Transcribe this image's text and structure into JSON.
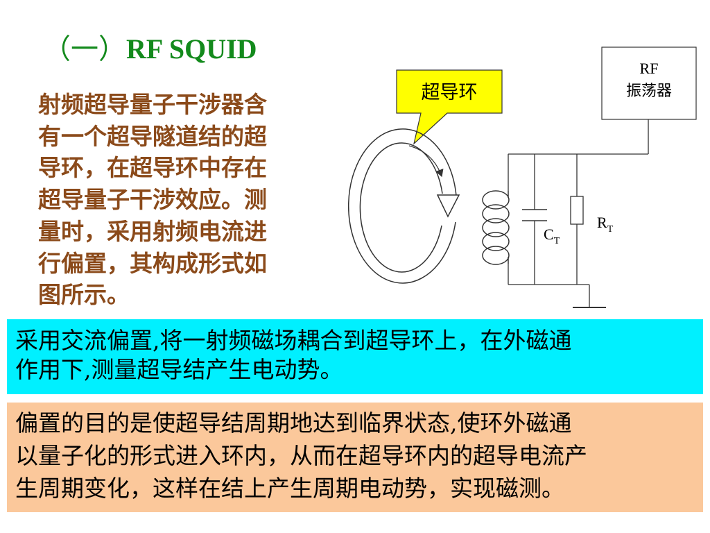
{
  "title": {
    "prefix": "（一）",
    "main": "RF SQUID"
  },
  "intro": {
    "lines": [
      "射频超导量子干涉器含",
      "有一个超导隧道结的超",
      "导环，在超导环中存在",
      "超导量子干涉效应。测",
      "量时，采用射频电流进",
      "行偏置，其构成形式如",
      "图所示。"
    ]
  },
  "diagram": {
    "callout_label": "超导环",
    "oscillator_line1": "RF",
    "oscillator_line2": "振荡器",
    "capacitor_label": "C",
    "capacitor_sub": "T",
    "resistor_label": "R",
    "resistor_sub": "T",
    "colors": {
      "callout_fill": "#ffff00",
      "line": "#333333"
    }
  },
  "bias_note": {
    "lines": [
      "采用交流偏置,将一射频磁场耦合到超导环上，在外磁通",
      "作用下,测量超导结产生电动势。"
    ],
    "background": "#00f0ff"
  },
  "purpose_note": {
    "lines": [
      "偏置的目的是使超导结周期地达到临界状态,使环外磁通",
      "以量子化的形式进入环内，从而在超导环内的超导电流产",
      "生周期变化，这样在结上产生周期电动势，实现磁测。"
    ],
    "background": "#fbc89b"
  }
}
